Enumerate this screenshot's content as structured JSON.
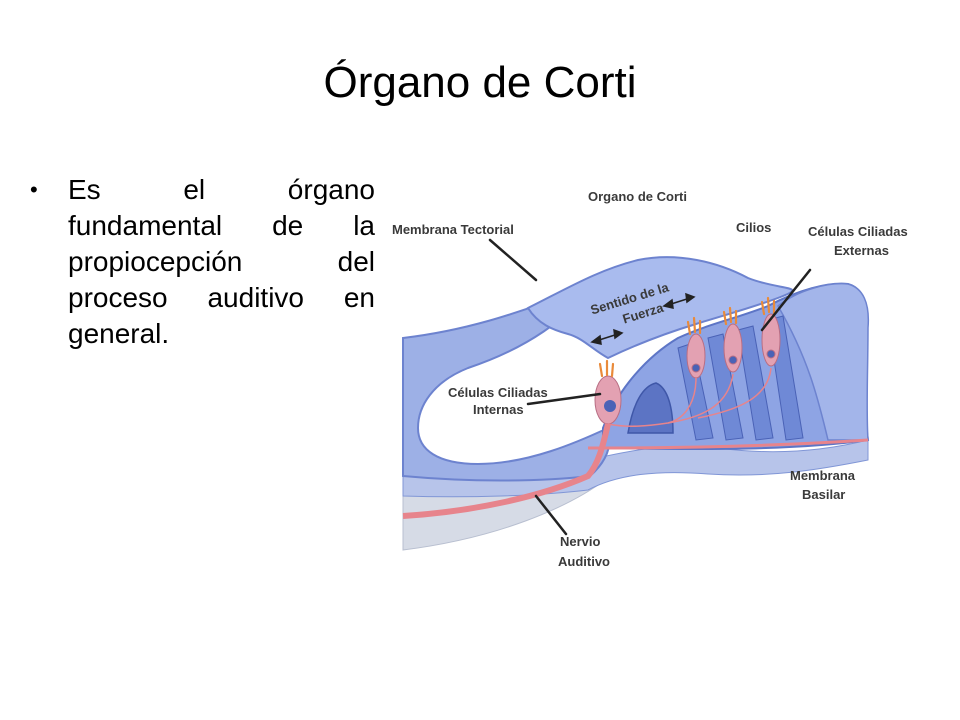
{
  "slide": {
    "title": "Órgano de Corti",
    "bullets": [
      "Es el órgano fundamental de la propiocepción del proceso auditivo en general."
    ]
  },
  "figure": {
    "title": "Organo de Corti",
    "labels": {
      "membrana_tectorial": "Membrana Tectorial",
      "cilios": "Cilios",
      "celulas_externas_1": "Células Ciliadas",
      "celulas_externas_2": "Externas",
      "sentido_1": "Sentido de la",
      "sentido_2": "Fuerza",
      "celulas_internas_1": "Células Ciliadas",
      "celulas_internas_2": "Internas",
      "membrana_basilar_1": "Membrana",
      "membrana_basilar_2": "Basilar",
      "nervio_1": "Nervio",
      "nervio_2": "Auditivo"
    },
    "colors": {
      "tissue_blue": "#9db0e6",
      "tissue_dark": "#6d83cf",
      "cell_pink": "#e3a1b2",
      "cilia_orange": "#e98a3a",
      "nerve_pink": "#e7848c",
      "bone_gray": "#d6dbe6"
    }
  }
}
